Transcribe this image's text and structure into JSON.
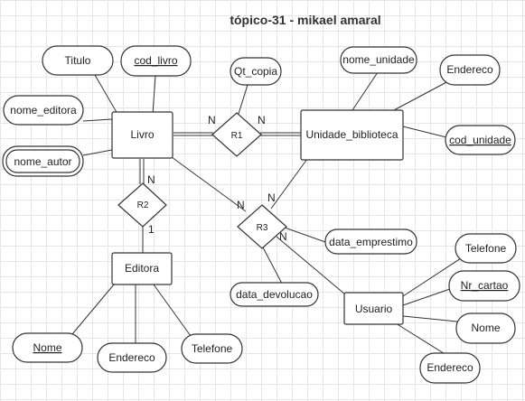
{
  "title": "tópico-31 - mikael amaral",
  "entities": {
    "livro": "Livro",
    "unidade": "Unidade_biblioteca",
    "editora": "Editora",
    "usuario": "Usuario"
  },
  "relationships": {
    "r1": "R1",
    "r2": "R2",
    "r3": "R3"
  },
  "attributes": {
    "titulo": "Titulo",
    "cod_livro": "cod_livro",
    "nome_editora": "nome_editora",
    "nome_autor": "nome_autor",
    "qt_copia": "Qt_copia",
    "nome_unidade": "nome_unidade",
    "endereco_unidade": "Endereco",
    "cod_unidade": "cod_unidade",
    "nome_editora_attr": "Nome",
    "endereco_editora": "Endereco",
    "telefone_editora": "Telefone",
    "data_emprestimo": "data_emprestimo",
    "data_devolucao": "data_devolucao",
    "telefone_usuario": "Telefone",
    "nr_cartao": "Nr_cartao",
    "nome_usuario": "Nome",
    "endereco_usuario": "Endereco"
  },
  "cardinalities": {
    "livro_r1": "N",
    "r1_unidade": "N",
    "livro_r2": "N",
    "r2_editora": "1",
    "livro_r3": "N",
    "r3_unidade": "N",
    "r3_usuario": "N"
  }
}
